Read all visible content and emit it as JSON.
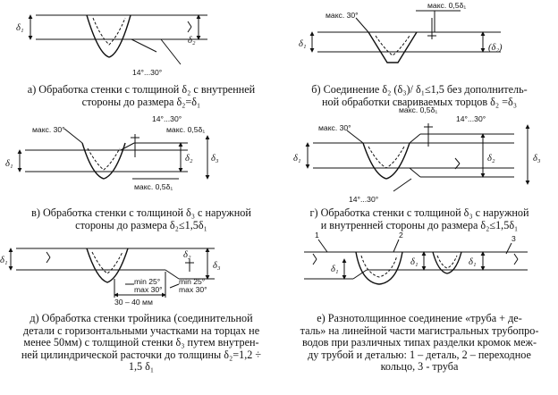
{
  "captions": {
    "a": [
      "а) Обработка стенки с толщиной δ₂ с внутренней",
      "стороны до размера δ₂=δ₁"
    ],
    "b": [
      "б) Соединение δ₂ (δ₃)/ δ₁≤1,5 без дополнитель-",
      "ной обработки свариваемых торцов δ₂ =δ₃"
    ],
    "v": [
      "в) Обработка стенки с толщиной δ₃ с наружной",
      "стороны до размера δ₂≤1,5δ₁"
    ],
    "g": [
      "г) Обработка стенки с толщиной δ₃ с наружной",
      "и внутренней стороны до размера δ₂≤1,5δ₁"
    ],
    "d": [
      "д) Обработка стенки тройника (соединительной",
      "детали с горизонтальными участками на торцах не",
      "менее 50мм) с толщиной стенки δ₃ путем внутрен-",
      "ней цилиндрической расточки до толщины δ₂=1,2 ÷",
      "1,5 δ₁"
    ],
    "e": [
      "е) Разнотолщинное соединение «труба + де-",
      "таль» на линейной части магистральных трубопро-",
      "водов при различных типах разделки кромок меж-",
      "ду трубой и деталью: 1 – деталь, 2 – переходное",
      "кольцо, 3 - труба"
    ]
  },
  "labels": {
    "max30": "макс. 30°",
    "max05": "макс. 0,5δ₁",
    "angle_14_30": "14°...30°",
    "d1": "δ₁",
    "d2": "δ₂",
    "d3": "δ₃",
    "d2p": "(δ₂)",
    "dim_30_40": "30 – 40 мм",
    "min25": "min 25°",
    "max30b": "max 30°",
    "n1": "1",
    "n2": "2",
    "n3": "3"
  }
}
